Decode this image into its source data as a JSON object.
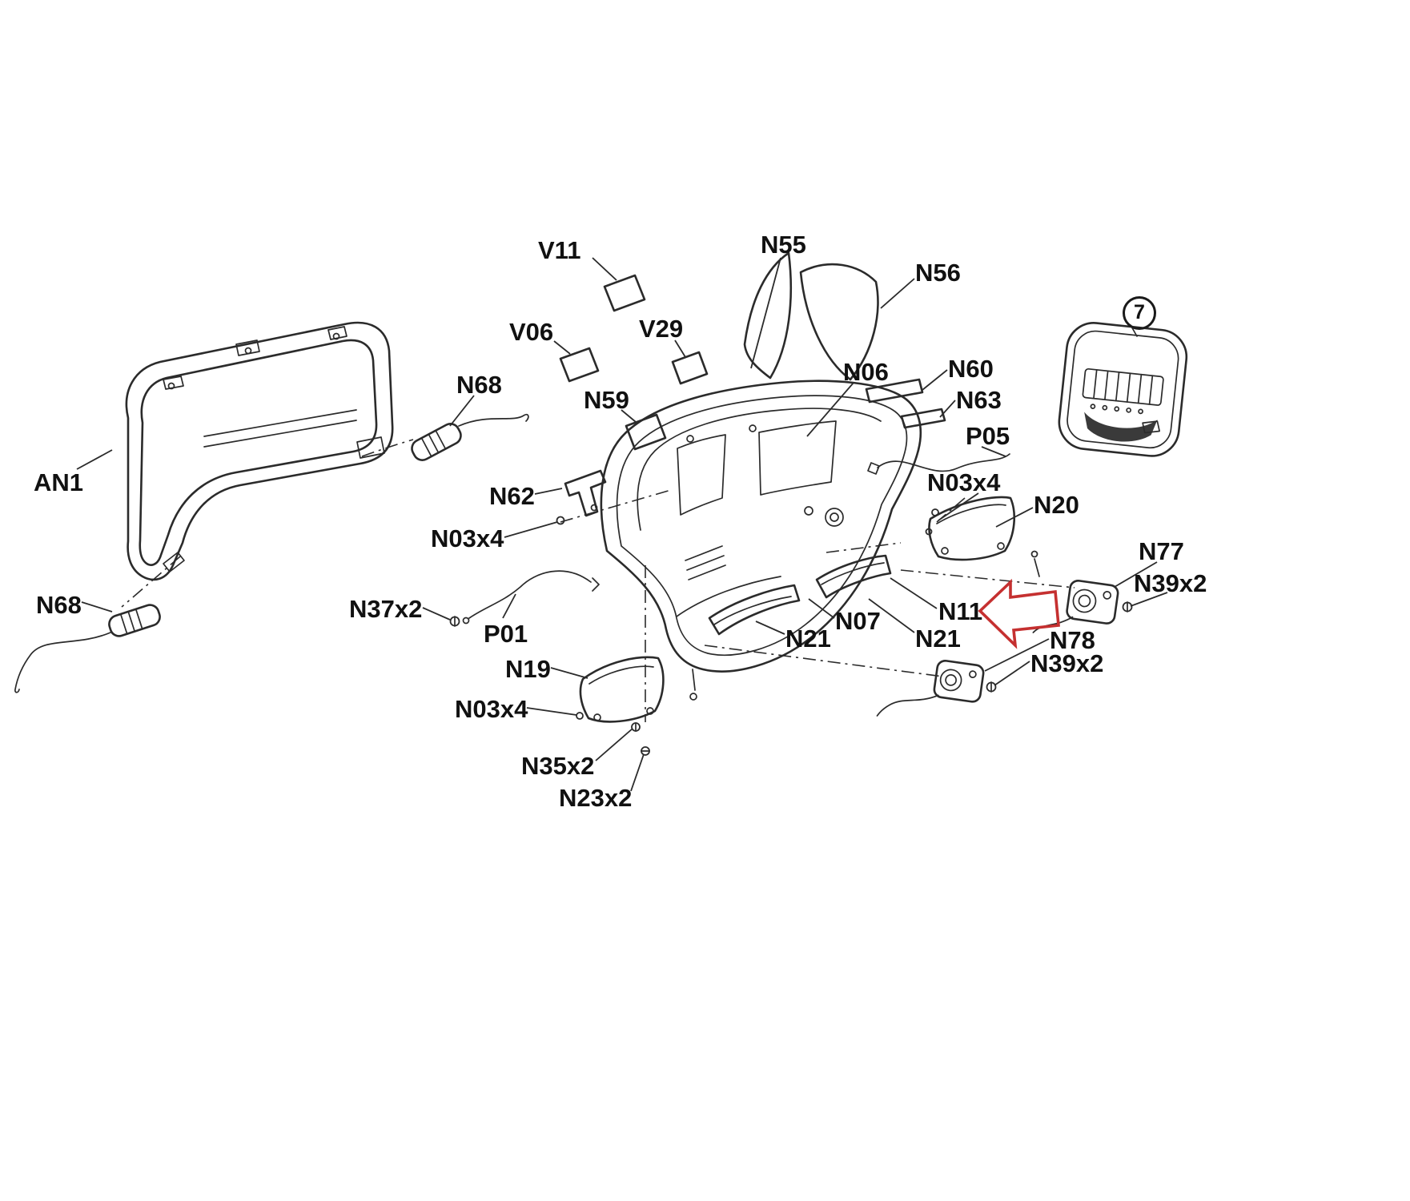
{
  "diagram": {
    "type": "exploded-parts-diagram",
    "subject": "treadmill console assembly",
    "circled_number": "7",
    "highlight_color": "#c53030",
    "line_color": "#2b2b2b",
    "labels": {
      "v11": "V11",
      "n55": "N55",
      "n56": "N56",
      "v06": "V06",
      "v29": "V29",
      "n68_top": "N68",
      "n06": "N06",
      "n60": "N60",
      "n63": "N63",
      "n59": "N59",
      "p05": "P05",
      "n03x4_a": "N03x4",
      "n20": "N20",
      "an1": "AN1",
      "n62": "N62",
      "n03x4_b": "N03x4",
      "n77": "N77",
      "n39x2_a": "N39x2",
      "n68_left": "N68",
      "n37x2": "N37x2",
      "n11": "N11",
      "p01": "P01",
      "n07": "N07",
      "n21_a": "N21",
      "n21_b": "N21",
      "n78": "N78",
      "n39x2_b": "N39x2",
      "n19": "N19",
      "n03x4_c": "N03x4",
      "n35x2": "N35x2",
      "n23x2": "N23x2"
    }
  }
}
